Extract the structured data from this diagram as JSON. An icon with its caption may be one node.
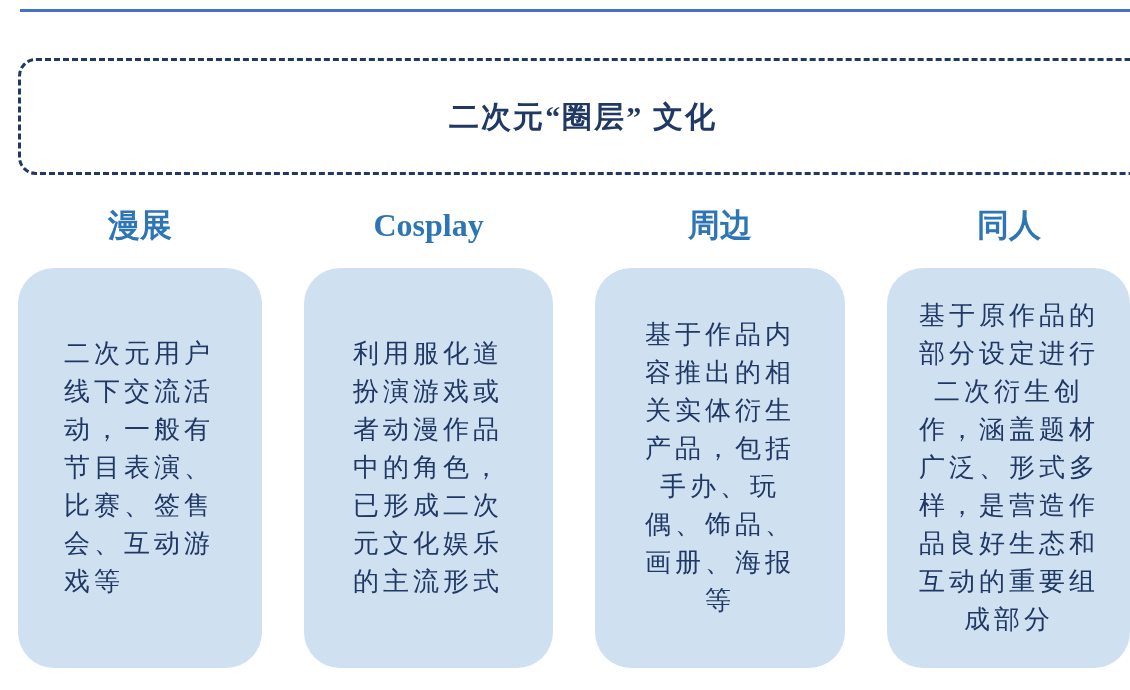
{
  "diagram": {
    "nodes": [
      {
        "text": [
          "二次元“圈层” 文化"
        ]
      },
      {
        "text": [
          "漫展",
          "二次元用户线下交流活动，一般有节目表演、比赛、签售会、互动游戏等"
        ]
      },
      {
        "text": [
          "Cosplay",
          "利用服化道扮演游戏或者动漫作品中的角色，已形成二次元文化娱乐的主流形式"
        ]
      },
      {
        "text": [
          "周边",
          "基于作品内容推出的相关实体衍生产品，包括手办、玩偶、饰品、画册、海报等"
        ]
      },
      {
        "text": [
          "同人",
          "基于原作品的部分设定进行二次衍生创作，涵盖题材广泛、形式多样，是营造作品良好生态和互动的重要组成部分"
        ]
      }
    ],
    "edges": []
  }
}
